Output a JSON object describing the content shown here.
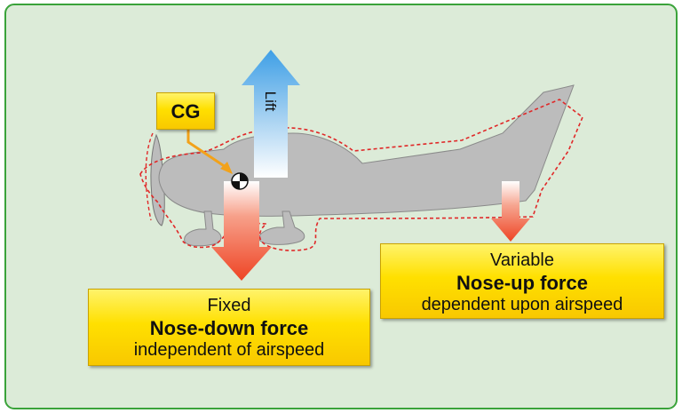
{
  "diagram": {
    "cg_label": "CG",
    "lift_label": "Lift",
    "fixed_force": {
      "line1": "Fixed",
      "line2": "Nose-down force",
      "line3": "independent of airspeed"
    },
    "variable_force": {
      "line1": "Variable",
      "line2": "Nose-up force",
      "line3": "dependent upon airspeed"
    }
  },
  "colors": {
    "background": "#dcebd8",
    "frame_border": "#3aa33a",
    "airplane_fill": "#bcbcbc",
    "dashed_outline": "#e02828",
    "force_arrow": "#f04a2a",
    "lift_arrow": "#4aa6e6",
    "label_fill": "#ffe000",
    "cg_leader": "#f2a21a"
  }
}
